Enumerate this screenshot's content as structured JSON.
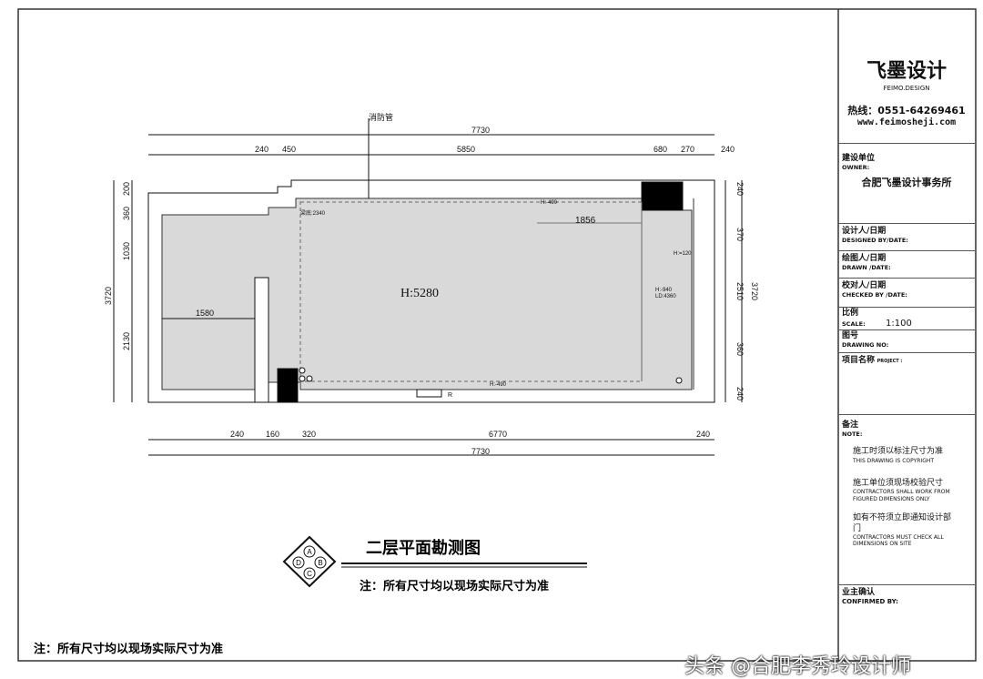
{
  "plan": {
    "fire_pipe_label": "消防管",
    "ceiling_height": "H:5280",
    "beam_label": "梁底:2340",
    "h_top": "H:-490",
    "beam_width": "1856",
    "h_right": "H:=120",
    "h_940": "H:-940",
    "ld": "LD:4360",
    "h_bottom": "H:-490",
    "door_mark": "R",
    "left_room_width": "1580",
    "dims_top_total": "7730",
    "dims_top": [
      "240",
      "450",
      "5850",
      "680",
      "270",
      "240"
    ],
    "dims_bottom": [
      "240",
      "160",
      "320",
      "6770",
      "240"
    ],
    "dims_bottom_total": "7730",
    "dims_left": [
      "200",
      "360",
      "1030",
      "2130"
    ],
    "dims_left_total": "3720",
    "dims_right": [
      "240",
      "370",
      "2510",
      "360",
      "240"
    ],
    "dims_right_total": "3720"
  },
  "title": {
    "main": "二层平面勘测图",
    "note": "注：所有尺寸均以现场实际尺寸为准",
    "compass": [
      "A",
      "B",
      "C",
      "D"
    ]
  },
  "footer_note": "注：所有尺寸均以现场实际尺寸为准",
  "watermark": "头条 @合肥李秀玲设计师",
  "title_block": {
    "brand": "飞墨设计",
    "brand_en": "FEIMO.DESIGN",
    "hotline": "热线：0551-64269461",
    "website": "www.feimosheji.com",
    "owner_cn": "建设单位",
    "owner_en": "OWNER:",
    "owner_value": "合肥飞墨设计事务所",
    "designed_cn": "设计人/日期",
    "designed_en": "DESIGNED BY/DATE:",
    "drawn_cn": "绘图人/日期",
    "drawn_en": "DRAWN /DATE:",
    "checked_cn": "校对人/日期",
    "checked_en": "CHECKED BY /DATE:",
    "scale_cn": "比例",
    "scale_en": "SCALE:",
    "scale_value": "1:100",
    "drawing_no_cn": "图号",
    "drawing_no_en": "DRAWING NO:",
    "project_cn": "项目名称",
    "project_en": "PROJECT :",
    "note_cn": "备注",
    "note_en": "NOTE:",
    "notes": [
      {
        "cn": "施工时须以标注尺寸为准",
        "en": "THIS DRAWING IS COPYRIGHT"
      },
      {
        "cn": "施工单位须现场校验尺寸",
        "en": "CONTRACTORS SHALL WORK FROM FIGURED DIMENSIONS ONLY"
      },
      {
        "cn": "如有不符须立即通知设计部门",
        "en": "CONTRACTORS MUST CHECK ALL DIMENSIONS ON SITE"
      }
    ],
    "confirmed_cn": "业主确认",
    "confirmed_en": "CONFIRMED BY:"
  }
}
